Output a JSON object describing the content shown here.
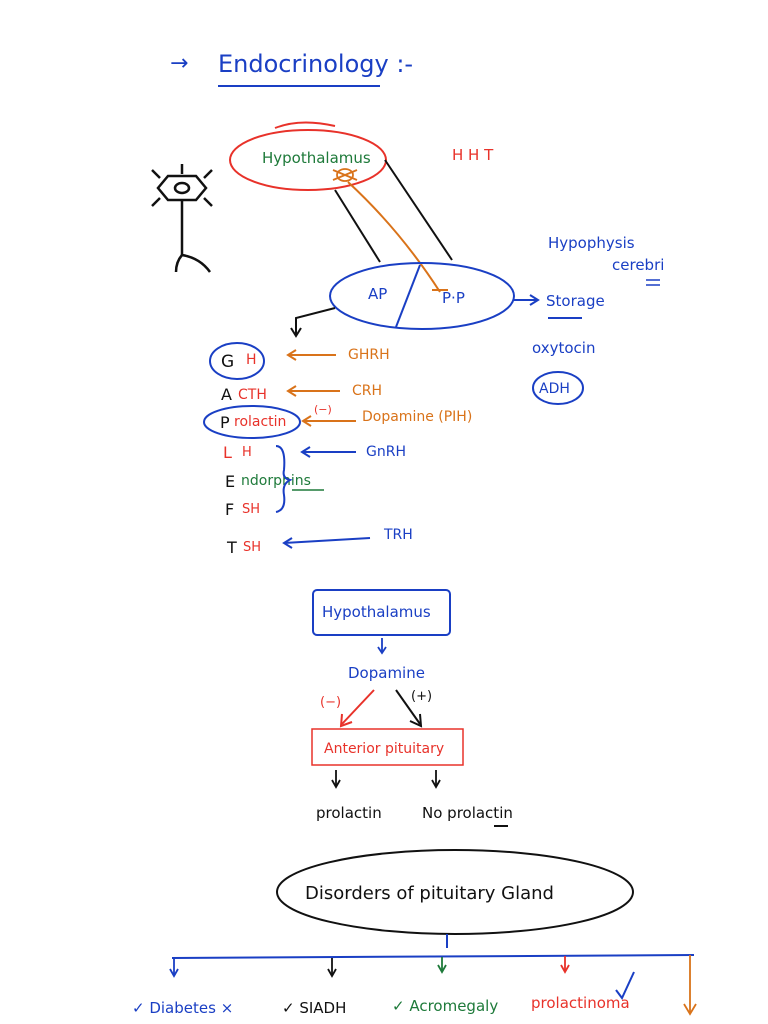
{
  "colors": {
    "blue": "#1a3fc4",
    "red": "#e8322a",
    "orange": "#d9731a",
    "green": "#1e7a3a",
    "black": "#111111"
  },
  "title": {
    "arrow": "→",
    "text": "Endocrinology :-"
  },
  "top": {
    "hypothalamus": "Hypothalamus",
    "hht": "H H T",
    "ap": "AP",
    "pp": "P·P",
    "storage": "Storage",
    "hypophysis": "Hypophysis",
    "cerebri": "cerebri",
    "oxytocin": "oxytocin",
    "adh": "ADH"
  },
  "hormones": [
    {
      "initial": "G",
      "rest": "H",
      "releaser": "GHRH"
    },
    {
      "initial": "A",
      "rest": "CTH",
      "releaser": "CRH"
    },
    {
      "initial": "P",
      "rest": "rolactin",
      "releaser": "Dopamine (PIH)",
      "sign": "(−)"
    },
    {
      "initial": "L",
      "rest": "H",
      "releaser": "GnRH"
    },
    {
      "initial": "E",
      "rest": "ndorphins",
      "releaser": ""
    },
    {
      "initial": "F",
      "rest": "SH",
      "releaser": ""
    },
    {
      "initial": "T",
      "rest": "SH",
      "releaser": "TRH"
    }
  ],
  "flow": {
    "hypothalamus": "Hypothalamus",
    "dopamine": "Dopamine",
    "neg": "(−)",
    "pos": "(+)",
    "anterior": "Anterior pituitary",
    "prolactin": "prolactin",
    "no_prolactin": "No prolactin"
  },
  "disorders": {
    "title": "Disorders of pituitary Gland",
    "items": [
      "✓ Diabetes ×",
      "✓ SIADH",
      "✓ Acromegaly",
      "prolactinoma"
    ]
  }
}
